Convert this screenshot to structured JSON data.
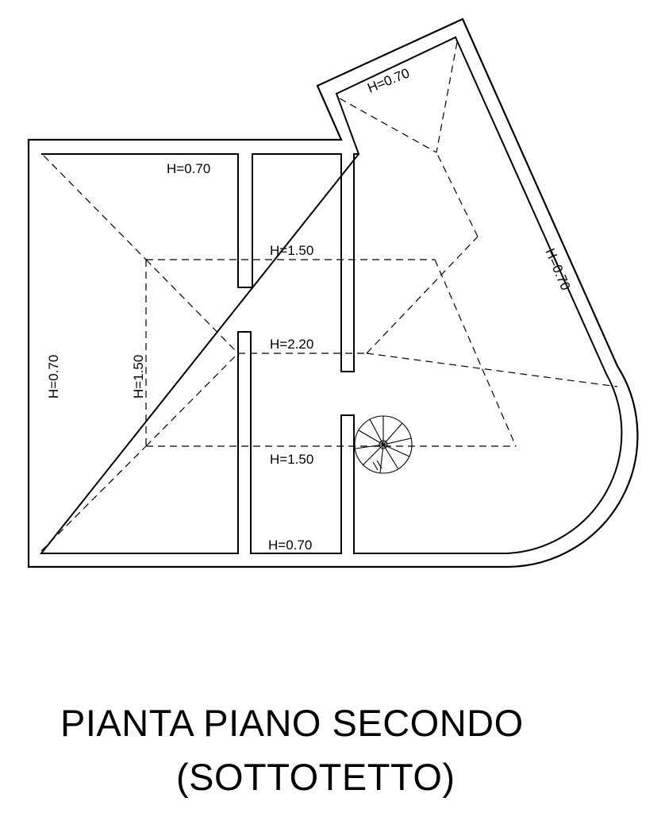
{
  "title": {
    "line1": "PIANTA PIANO SECONDO",
    "line2": "(SOTTOTETTO)"
  },
  "height_labels": {
    "top_wing": "H=0.70",
    "top_left_room": "H=0.70",
    "ridge_upper": "H=1.50",
    "ridge_middle": "H=2.20",
    "ridge_lower": "H=1.50",
    "bottom_center_room": "H=0.70",
    "left_wall": "H=0.70",
    "left_ridge": "H=1.50",
    "right_diagonal_wall": "H=0.70"
  }
}
